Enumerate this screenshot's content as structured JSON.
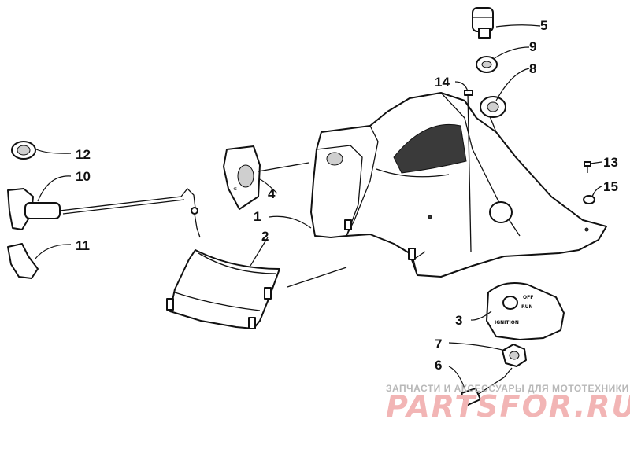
{
  "callouts": [
    {
      "id": "1",
      "label": "1"
    },
    {
      "id": "2",
      "label": "2"
    },
    {
      "id": "3",
      "label": "3"
    },
    {
      "id": "4",
      "label": "4"
    },
    {
      "id": "5",
      "label": "5"
    },
    {
      "id": "6",
      "label": "6"
    },
    {
      "id": "7",
      "label": "7"
    },
    {
      "id": "8",
      "label": "8"
    },
    {
      "id": "9",
      "label": "9"
    },
    {
      "id": "10",
      "label": "10"
    },
    {
      "id": "11",
      "label": "11"
    },
    {
      "id": "12",
      "label": "12"
    },
    {
      "id": "13",
      "label": "13"
    },
    {
      "id": "14",
      "label": "14"
    },
    {
      "id": "15",
      "label": "15"
    }
  ],
  "switch_plate": {
    "off": "OFF",
    "run": "RUN",
    "ignition": "IGNITION"
  },
  "watermark": {
    "subtitle": "ЗАПЧАСТИ И АКСЕССУАРЫ ДЛЯ МОТОТЕХНИКИ",
    "brand": "PARTSFOR.RU"
  }
}
